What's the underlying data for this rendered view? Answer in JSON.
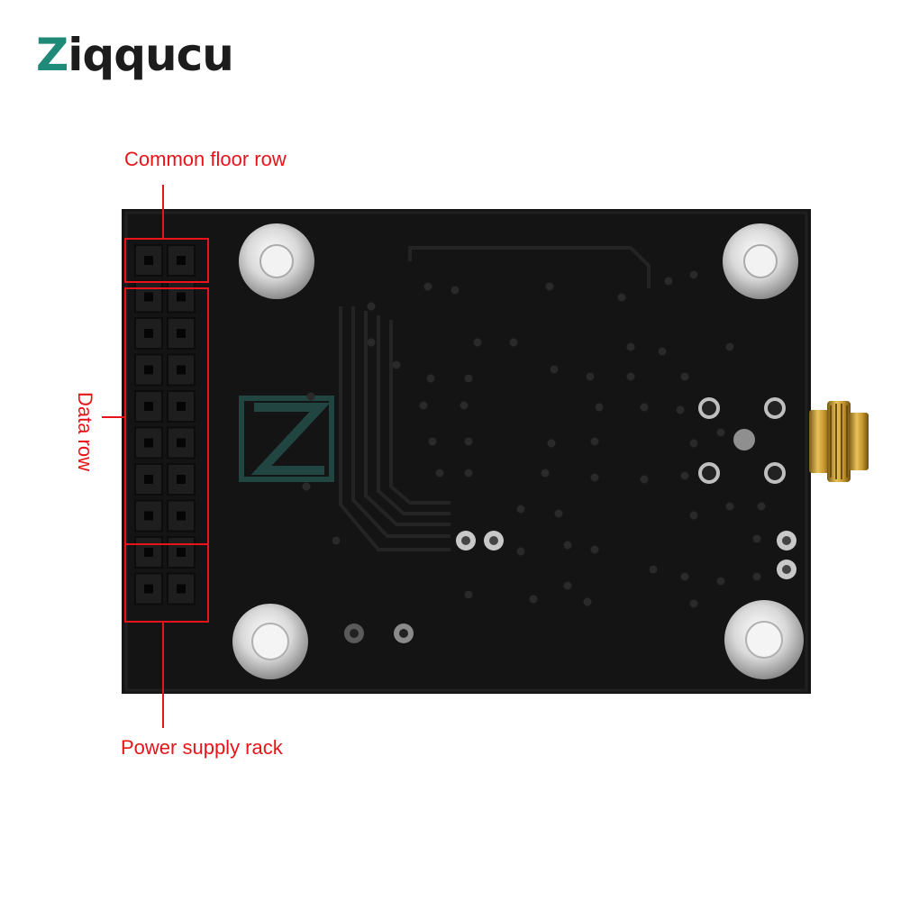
{
  "brand": {
    "logo_text": "Ziqqucu",
    "logo_first": "Z",
    "logo_rest": "iqqucu",
    "color": "#1f8a78"
  },
  "callouts": {
    "common_floor_row": "Common floor row",
    "data_row": "Data row",
    "power_supply_rack": "Power supply rack",
    "color": "#e8141a"
  },
  "board": {
    "color": "#141414",
    "connector": "sma-connector",
    "header_rows": 10,
    "header_cols": 2
  }
}
